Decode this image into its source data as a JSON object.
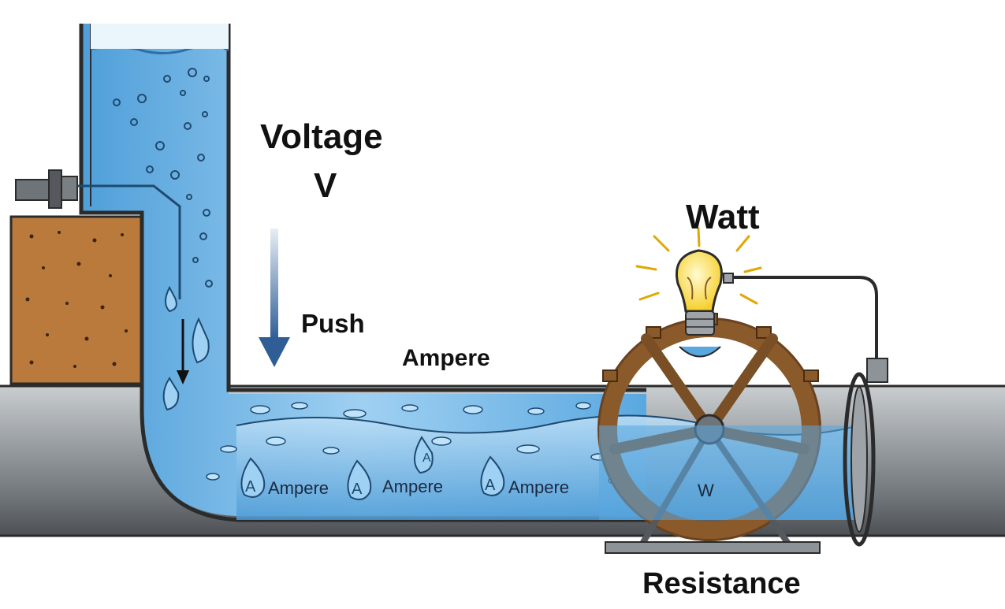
{
  "labels": {
    "voltage": "Voltage",
    "voltage_symbol": "V",
    "push": "Push",
    "ampere_top": "Ampere",
    "watt": "Watt",
    "resistance": "Resistance",
    "drop_letter": "A",
    "wheel_letter": "W",
    "flow_labels": [
      "Ampere",
      "Ampere",
      "Ampere"
    ]
  },
  "colors": {
    "water": "#5aa8e0",
    "water_light": "#a9d4f2",
    "pipe": "#8e9397",
    "earth": "#b97a3c",
    "wheel": "#8a5a2b",
    "bulb": "#ffe15a",
    "arrow": "#3a6aa0",
    "outline": "#2b2b2b"
  },
  "icons": [
    "water-tank-icon",
    "water-wheel-icon",
    "light-bulb-icon",
    "push-arrow-icon",
    "water-drop-icon"
  ]
}
